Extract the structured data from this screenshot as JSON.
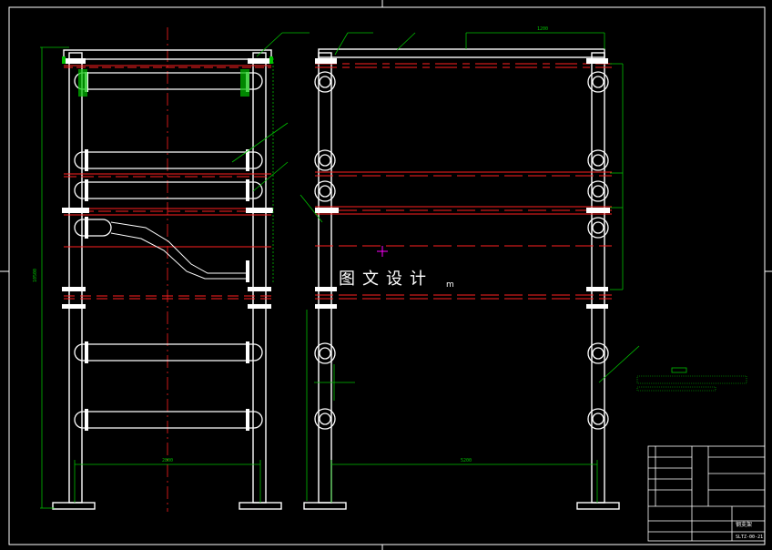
{
  "watermark": {
    "text": "图文设计",
    "suffix": "m"
  },
  "title_block": {
    "title": "钢支架",
    "drawing_no": "SLTZ-00-21"
  },
  "colors": {
    "background": "#000000",
    "structure": "#ffffff",
    "dimension": "#00c000",
    "centerline": "#ff2020",
    "accent": "#ff00ff"
  },
  "dimensions": {
    "left_width": "2800",
    "right_width": "5200",
    "left_height": "10500",
    "right_top_span": "1200"
  }
}
